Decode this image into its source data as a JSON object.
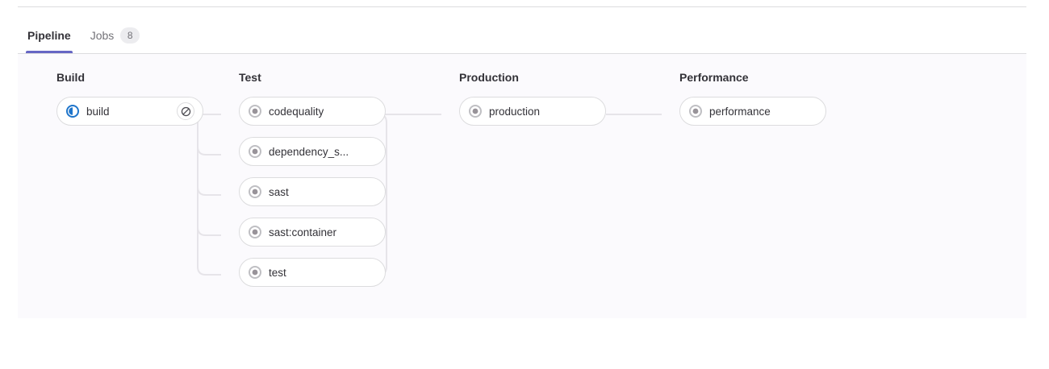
{
  "tabs": [
    {
      "label": "Pipeline",
      "active": true,
      "badge": null
    },
    {
      "label": "Jobs",
      "active": false,
      "badge": "8"
    }
  ],
  "colors": {
    "accent": "#6666c4",
    "running": "#1f75cb",
    "pending": "#989399",
    "panel_bg": "#fbfafd",
    "border": "#dcdcde",
    "text": "#333238",
    "muted_text": "#737278"
  },
  "pipeline": {
    "stages": [
      {
        "title": "Build",
        "jobs": [
          {
            "name": "build",
            "status": "running",
            "action": "cancel-icon",
            "action_label": "Cancel"
          }
        ]
      },
      {
        "title": "Test",
        "jobs": [
          {
            "name": "codequality",
            "status": "pending",
            "action": null
          },
          {
            "name": "dependency_s...",
            "status": "pending",
            "action": null
          },
          {
            "name": "sast",
            "status": "pending",
            "action": null
          },
          {
            "name": "sast:container",
            "status": "pending",
            "action": null
          },
          {
            "name": "test",
            "status": "pending",
            "action": null
          }
        ]
      },
      {
        "title": "Production",
        "jobs": [
          {
            "name": "production",
            "status": "pending",
            "action": null
          }
        ]
      },
      {
        "title": "Performance",
        "jobs": [
          {
            "name": "performance",
            "status": "pending",
            "action": null
          }
        ]
      }
    ]
  }
}
